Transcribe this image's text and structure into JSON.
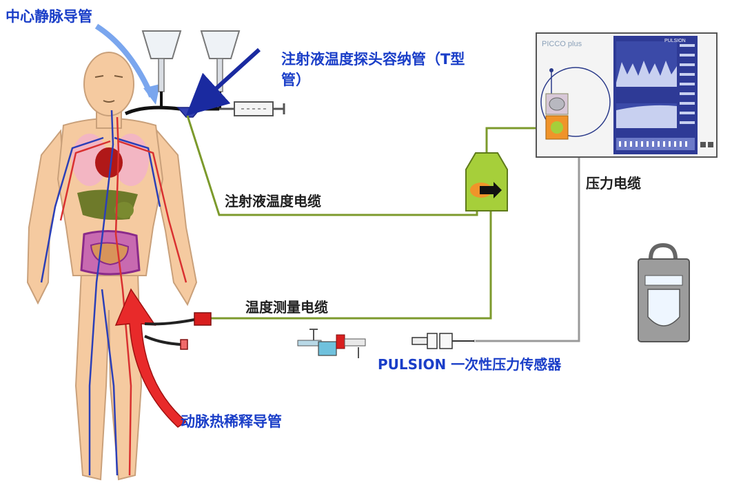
{
  "labels": {
    "central_venous_catheter": "中心静脉导管",
    "injectate_probe_housing_line1": "注射液温度探头容纳管（T型",
    "injectate_probe_housing_line2": "管）",
    "injectate_temp_cable": "注射液温度电缆",
    "pressure_cable": "压力电缆",
    "temp_measurement_cable": "温度测量电缆",
    "pressure_transducer": "PULSION 一次性压力传感器",
    "arterial_thermodilution_catheter": "动脉热稀释导管"
  },
  "monitor": {
    "brand": "PICCO plus",
    "logo": "PULSION"
  },
  "colors": {
    "label_blue": "#1a3ec8",
    "cable_green": "#7c9a2c",
    "skin": "#f5caa0",
    "vein_blue": "#2b3fb8",
    "artery_red": "#d93030",
    "screen_blue": "#2e3a96",
    "module_green": "#a6cf3a"
  }
}
